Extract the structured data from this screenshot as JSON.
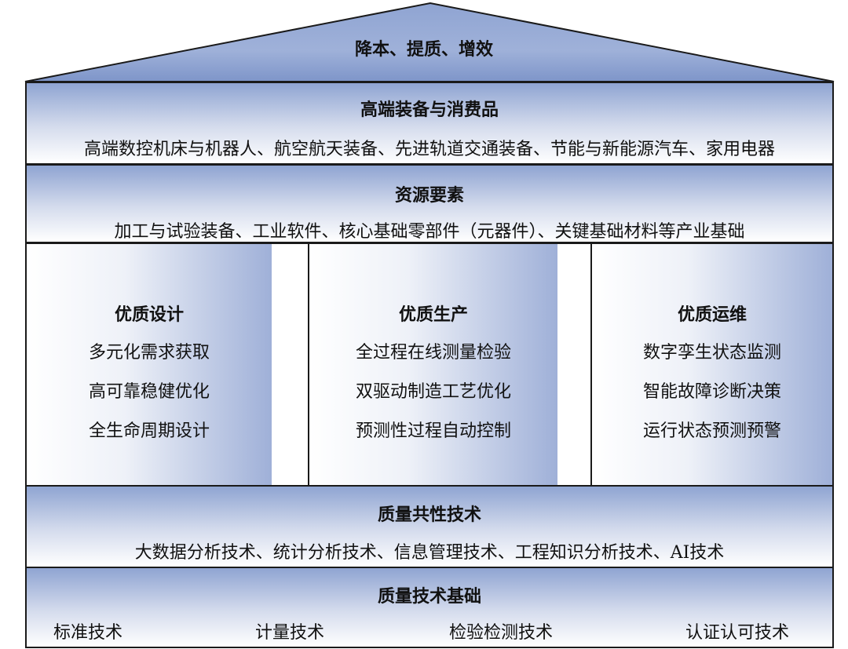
{
  "roof": {
    "title": "降本、提质、增效"
  },
  "high_end": {
    "title": "高端装备与消费品",
    "content": "高端数控机床与机器人、航空航天装备、先进轨道交通装备、节能与新能源汽车、家用电器"
  },
  "resources": {
    "title": "资源要素",
    "content": "加工与试验装备、工业软件、核心基础零部件（元器件）、关键基础材料等产业基础"
  },
  "pillars": [
    {
      "title": "优质设计",
      "items": [
        "多元化需求获取",
        "高可靠稳健优化",
        "全生命周期设计"
      ]
    },
    {
      "title": "优质生产",
      "items": [
        "全过程在线测量检验",
        "双驱动制造工艺优化",
        "预测性过程自动控制"
      ]
    },
    {
      "title": "优质运维",
      "items": [
        "数字孪生状态监测",
        "智能故障诊断决策",
        "运行状态预测预警"
      ]
    }
  ],
  "common_tech": {
    "title": "质量共性技术",
    "content": "大数据分析技术、统计分析技术、信息管理技术、工程知识分析技术、AI技术"
  },
  "foundation": {
    "title": "质量技术基础",
    "items": [
      "标准技术",
      "计量技术",
      "检验检测技术",
      "认证认可技术"
    ]
  }
}
